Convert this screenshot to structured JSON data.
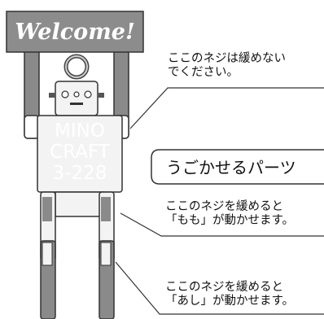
{
  "sign": {
    "text": "Welcome!"
  },
  "body_label": {
    "line1": "MINO",
    "line2": "CRAFT",
    "line3": "3-228"
  },
  "callouts": {
    "no_loosen": {
      "line1": "ここのネジは緩めない",
      "line2": "でください。"
    },
    "movable_parts": {
      "text": "うごかせるパーツ"
    },
    "thigh": {
      "line1": "ここのネジを緩めると",
      "line2": "「もも」が動かせます。"
    },
    "leg": {
      "line1": "ここのネジを緩めると",
      "line2": "「あし」が動かせます。"
    }
  },
  "colors": {
    "sign_fill": "#8c8c8c",
    "arm_fill": "#8a8a8a",
    "body_fill": "#f3f3f3",
    "outline": "#333333"
  }
}
